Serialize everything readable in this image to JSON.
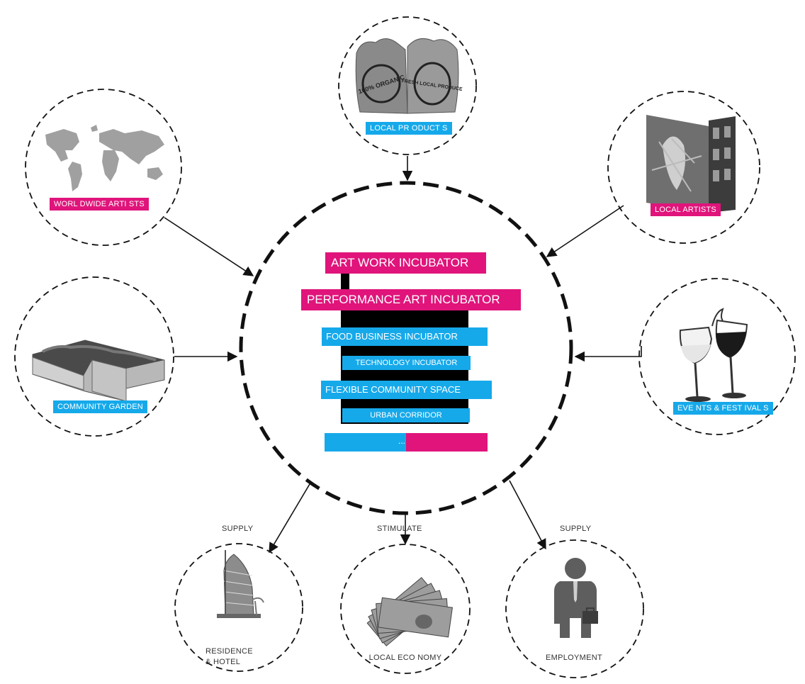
{
  "center": {
    "incubators": [
      {
        "label": "ART WORK INCUBATOR",
        "color": "#e0147b"
      },
      {
        "label": "PERFORMANCE ART INCUBATOR",
        "color": "#e0147b"
      },
      {
        "label": "FOOD BUSINESS INCUBATOR",
        "color": "#16a9ea"
      },
      {
        "label": "TECHNOLOGY INCUBATOR",
        "color": "#16a9ea"
      },
      {
        "label": "FLEXIBLE COMMUNITY SPACE",
        "color": "#16a9ea"
      },
      {
        "label": "URBAN CORRIDOR",
        "color": "#16a9ea"
      }
    ],
    "ellipsis": "..."
  },
  "inputs": {
    "local_products": "LOCAL PR ODUCT S",
    "worldwide_artists": "WORL DWIDE ARTI STS",
    "local_artists": "LOCAL ARTISTS",
    "community_garden": "COMMUNITY GARDEN",
    "events_festivals": "EVE NTS & FEST IVAL S"
  },
  "image_text": {
    "bag_left": "100% ORGANIC",
    "bag_right": "FRESH LOCAL PRODUCE"
  },
  "outputs": {
    "residence_hotel": {
      "flow": "SUPPLY",
      "line1": "RESIDENCE",
      "line2": "& HOTEL"
    },
    "local_economy": {
      "flow": "STIMULATE",
      "label": "LOCAL ECO NOMY"
    },
    "employment": {
      "flow": "SUPPLY",
      "label": "EMPLOYMENT"
    }
  },
  "colors": {
    "pink": "#e0147b",
    "blue": "#16a9ea",
    "line": "#111111"
  },
  "icons": [
    "organic-bags-photo",
    "world-map-icon",
    "mural-building-photo",
    "raised-garden-photo",
    "wine-glasses-photo",
    "hotel-tower-icon",
    "money-stack-icon",
    "businessman-icon"
  ]
}
